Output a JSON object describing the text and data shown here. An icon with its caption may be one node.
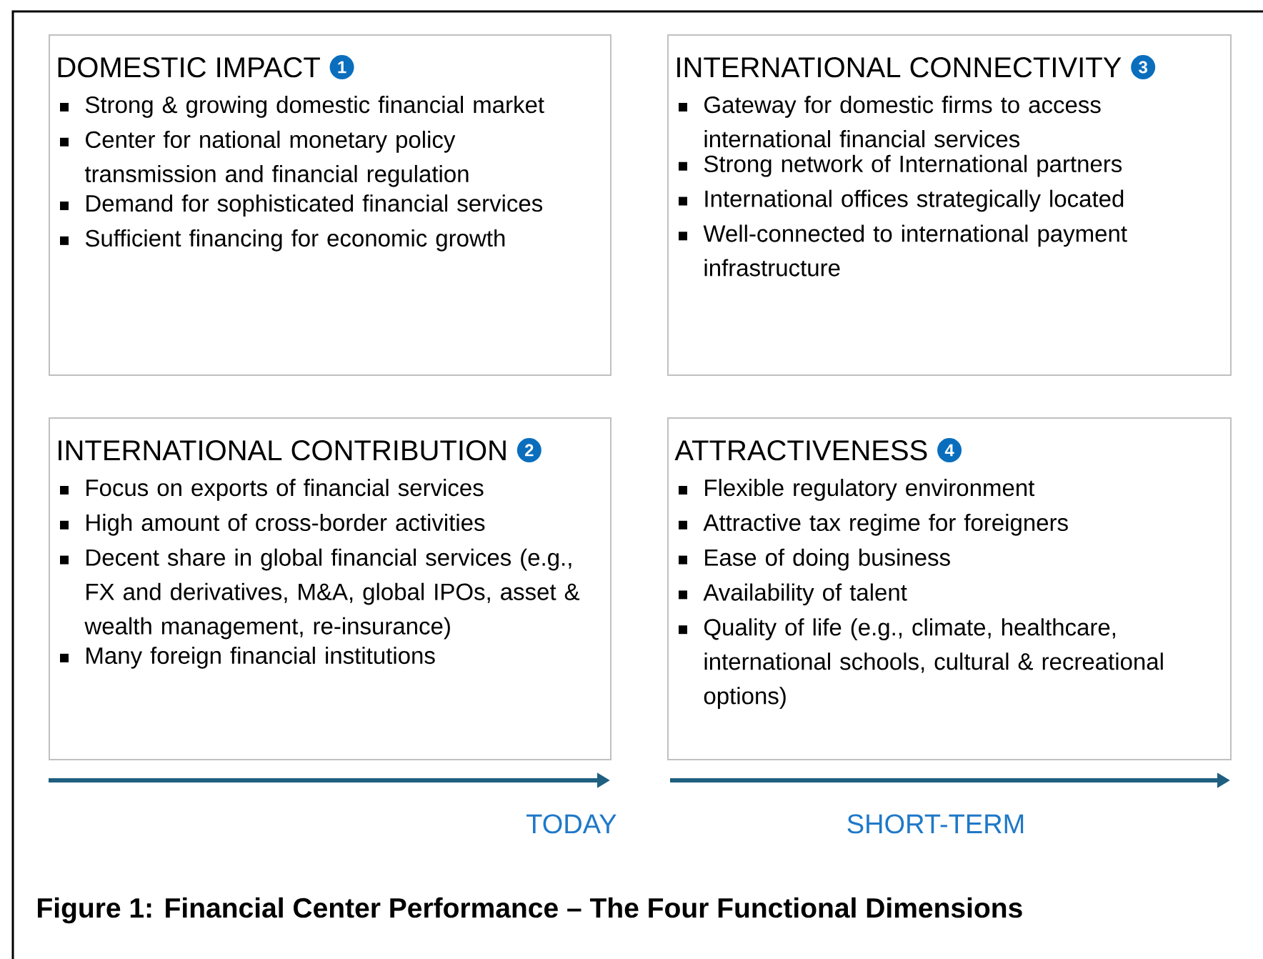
{
  "diagram": {
    "caption": "Figure 1: Financial Center Performance – The Four Functional Dimensions",
    "nodes": [
      {
        "text": [
          "DOMESTIC IMPACT",
          "1",
          "Strong & growing domestic financial market",
          "Center for national monetary policy transmission and financial regulation",
          "Demand for sophisticated financial services",
          "Sufficient financing for economic growth"
        ]
      },
      {
        "text": [
          "INTERNATIONAL CONNECTIVITY",
          "3",
          "Gateway for domestic firms to access international financial services",
          "Strong network of International partners",
          "International offices strategically located",
          "Well-connected to international payment infrastructure"
        ]
      },
      {
        "text": [
          "INTERNATIONAL CONTRIBUTION",
          "2",
          "Focus on exports of financial services",
          "High amount of cross-border activities",
          "Decent share in global financial services (e.g., FX and derivatives, M&A, global IPOs, asset & wealth management, re-insurance)",
          "Many foreign financial institutions"
        ]
      },
      {
        "text": [
          "ATTRACTIVENESS",
          "4",
          "Flexible regulatory environment",
          "Attractive tax regime for foreigners",
          "Ease of doing business",
          "Availability of talent",
          "Quality of life (e.g., climate, healthcare, international schools, cultural & recreational options)"
        ]
      }
    ],
    "labels": [
      "TODAY",
      "SHORT-TERM"
    ]
  }
}
